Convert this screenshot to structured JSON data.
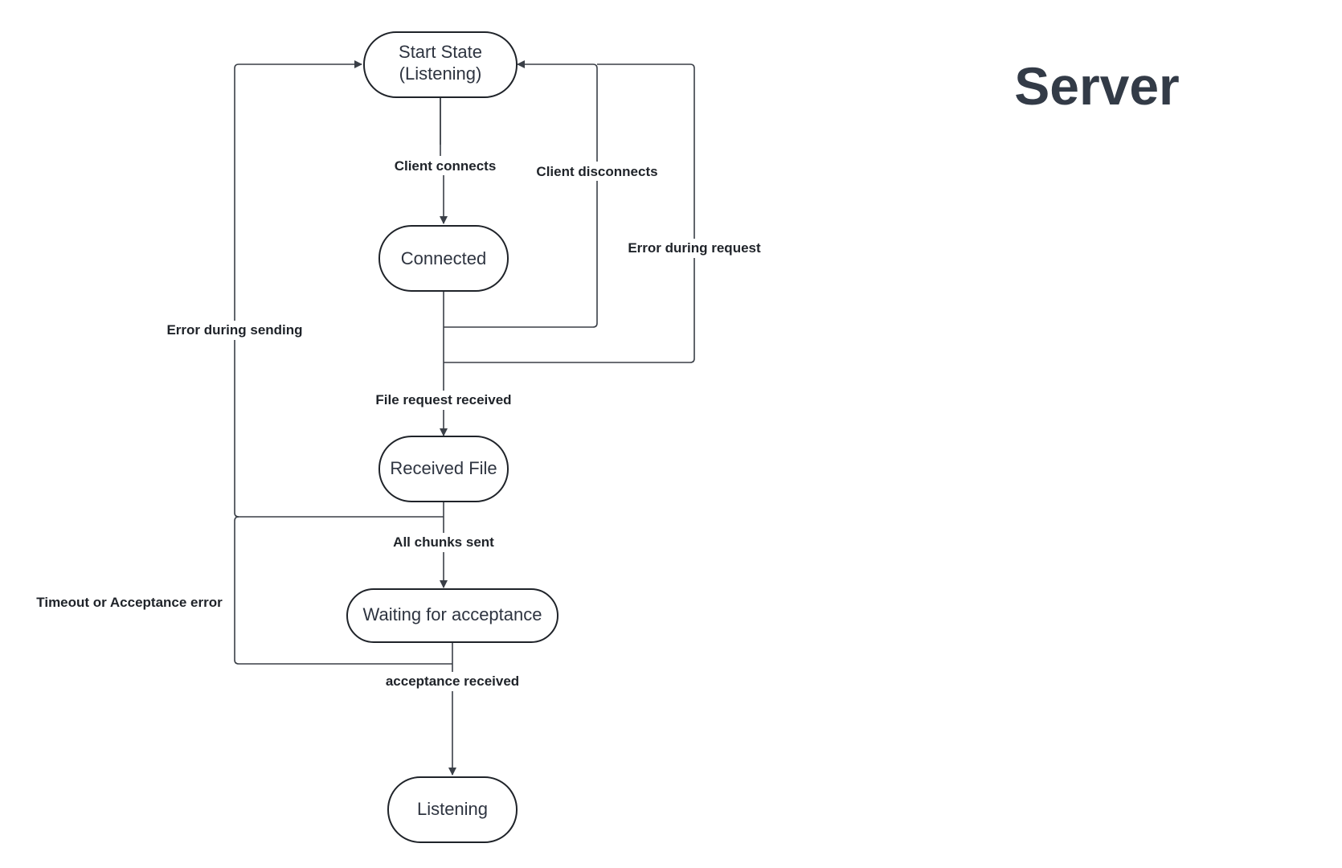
{
  "title": "Server",
  "nodes": {
    "start": {
      "line1": "Start State",
      "line2": "(Listening)"
    },
    "connected": "Connected",
    "received_file": "Received File",
    "waiting": "Waiting for acceptance",
    "listening": "Listening"
  },
  "edges": {
    "client_connects": "Client connects",
    "client_disconnects": "Client disconnects",
    "error_during_request": "Error during request",
    "file_request_received": "File request received",
    "error_during_sending": "Error during sending",
    "all_chunks_sent": "All chunks sent",
    "timeout_error": "Timeout or Acceptance error",
    "acceptance_received": "acceptance received"
  }
}
